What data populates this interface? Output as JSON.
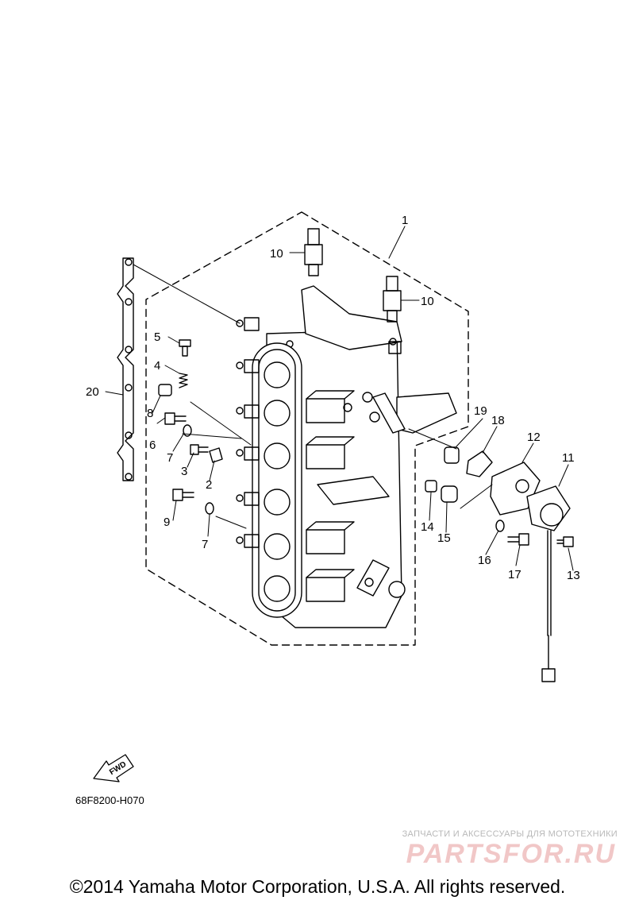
{
  "diagram": {
    "callouts": [
      "1",
      "2",
      "3",
      "4",
      "5",
      "6",
      "7",
      "7",
      "8",
      "9",
      "10",
      "10",
      "11",
      "12",
      "13",
      "14",
      "15",
      "16",
      "17",
      "18",
      "19",
      "20"
    ],
    "fwd_label": "FWD",
    "drawing_code": "68F8200-H070"
  },
  "watermark": {
    "tagline": "ЗАПЧАСТИ И АКСЕССУАРЫ ДЛЯ МОТОТЕХНИКИ",
    "logo": "PARTSFOR.RU"
  },
  "footer": {
    "copyright": "©2014 Yamaha Motor Corporation, U.S.A. All rights reserved."
  }
}
